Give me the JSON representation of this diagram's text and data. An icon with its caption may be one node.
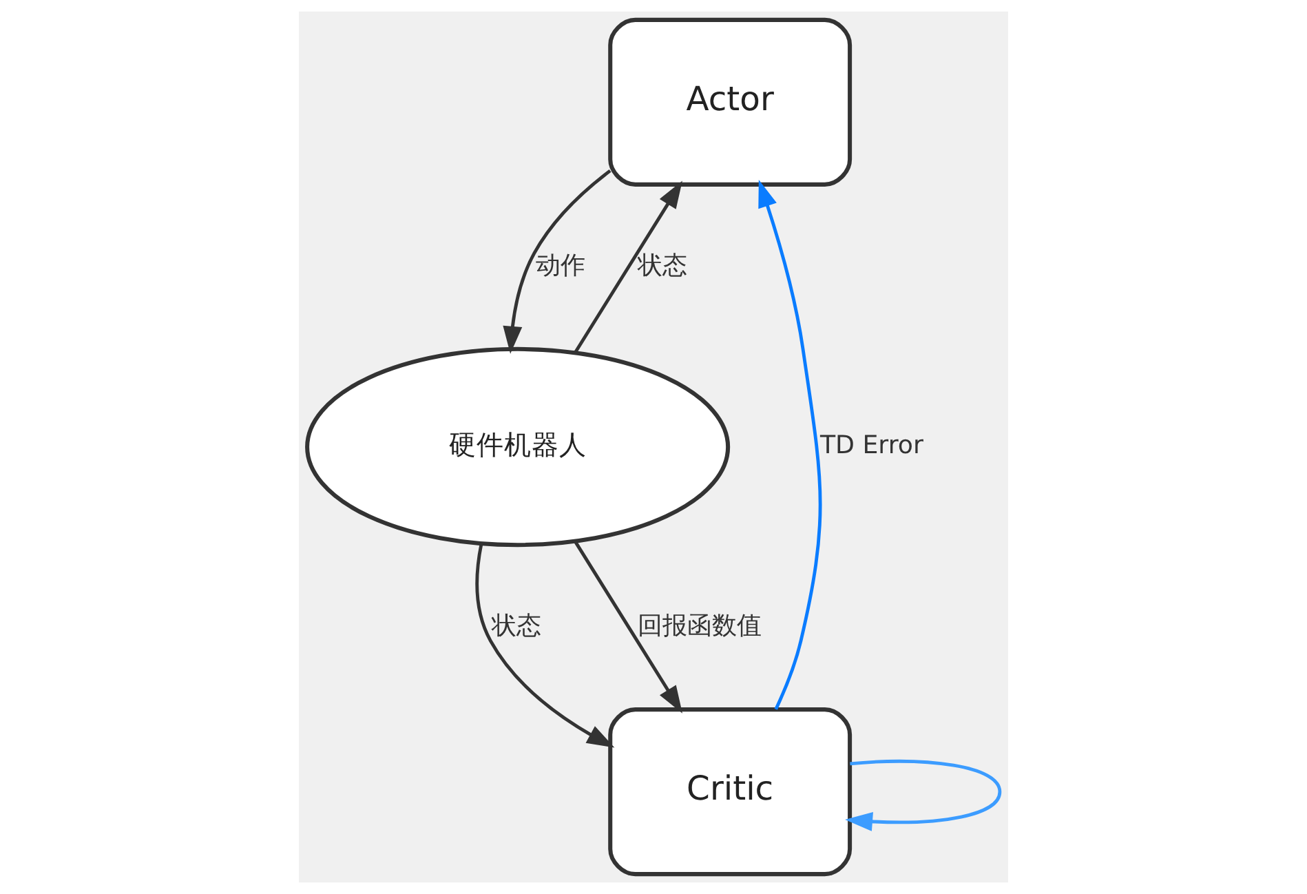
{
  "diagram": {
    "nodes": [
      {
        "text": [
          "Actor"
        ]
      },
      {
        "text": [
          "Critic"
        ]
      },
      {
        "text": [
          "硬件机器人"
        ]
      }
    ],
    "edges": [
      {
        "from": 2,
        "to": 0,
        "label": "状态",
        "arrow": "to"
      },
      {
        "from": 2,
        "to": 1,
        "label": "状态",
        "arrow": "to"
      },
      {
        "from": 0,
        "to": 2,
        "label": "动作",
        "arrow": "to"
      },
      {
        "from": 2,
        "to": 1,
        "label": "回报函数值",
        "arrow": "to"
      },
      {
        "from": 1,
        "to": 0,
        "label": "TD Error",
        "arrow": "to",
        "color": "#0a7cff"
      },
      {
        "from": 1,
        "to": 1,
        "arrow": "to",
        "color": "#3c9cff"
      }
    ]
  }
}
